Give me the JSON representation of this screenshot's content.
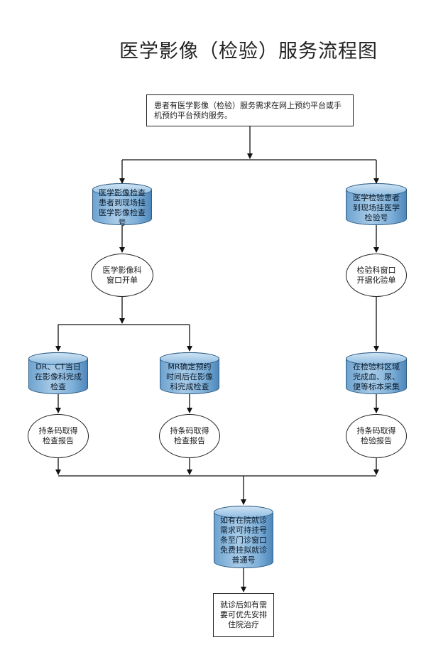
{
  "title": "医学影像（检验）服务流程图",
  "nodes": {
    "start": "患者有医学影像（检验）服务需求在网上预约平台或手机预约平台预约服务。",
    "imaging_register": "医学影像检查患者到现场挂医学影像检查号",
    "lab_register": "医学检验患者到现场挂医学检验号",
    "imaging_window": "医学影像科窗口开单",
    "lab_window": "检验科窗口开据化验单",
    "dr_ct": "DR、CT当日在影像科完成检查",
    "mr": "MR确定预约时间后在影像科完成检查",
    "lab_collect": "在检验科区域完成血、尿、便等标本采集",
    "report_dr_ct": "持条码取得检查报告",
    "report_mr": "持条码取得检查报告",
    "report_lab": "持条码取得检验报告",
    "free_register": "如有在院就诊需求可持挂号条至门诊窗口免费挂拟就诊普通号",
    "inpatient": "就诊后如有需要可优先安排住院治疗"
  }
}
